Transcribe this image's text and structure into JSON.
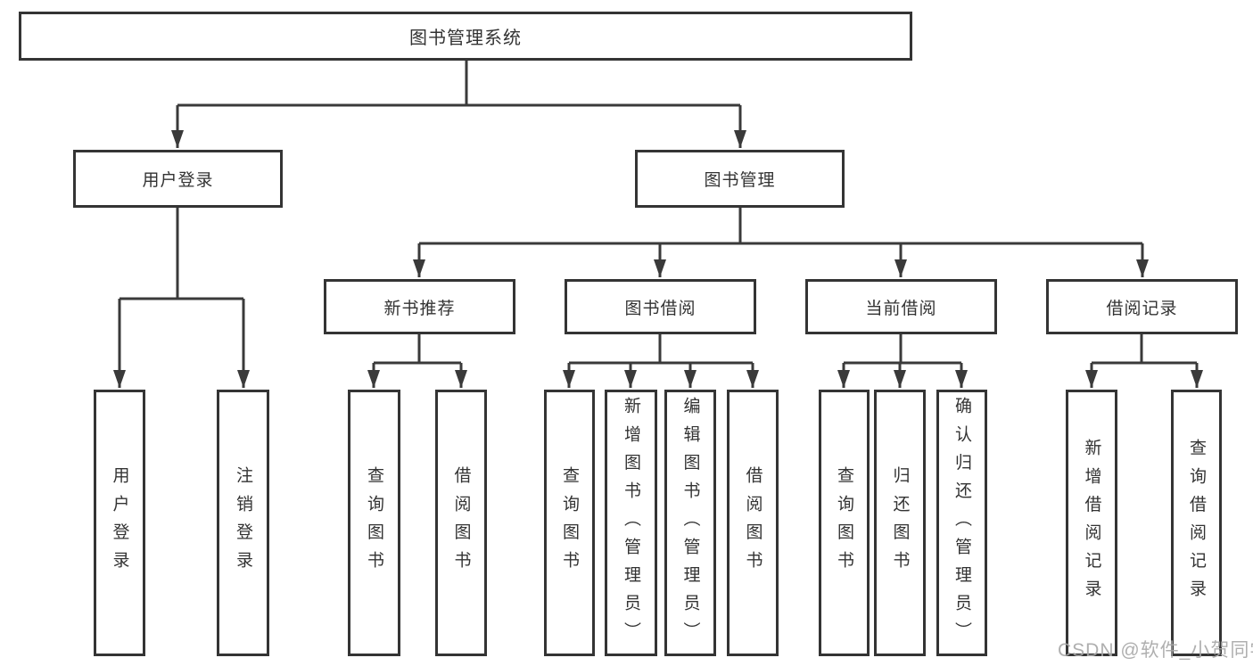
{
  "colors": {
    "line": "#3a3a3a",
    "box_border": "#343434",
    "text": "#333333",
    "watermark": "#a8a8a8",
    "background": "#ffffff"
  },
  "watermark": "CSDN @软件_小贺同学",
  "tree": {
    "label": "图书管理系统",
    "children": [
      {
        "label": "用户登录",
        "children": [
          {
            "label": "用户登录"
          },
          {
            "label": "注销登录"
          }
        ]
      },
      {
        "label": "图书管理",
        "children": [
          {
            "label": "新书推荐",
            "children": [
              {
                "label": "查询图书"
              },
              {
                "label": "借阅图书"
              }
            ]
          },
          {
            "label": "图书借阅",
            "children": [
              {
                "label": "查询图书"
              },
              {
                "label": "新增图书（管理员）"
              },
              {
                "label": "编辑图书（管理员）"
              },
              {
                "label": "借阅图书"
              }
            ]
          },
          {
            "label": "当前借阅",
            "children": [
              {
                "label": "查询图书"
              },
              {
                "label": "归还图书"
              },
              {
                "label": "确认归还（管理员）"
              }
            ]
          },
          {
            "label": "借阅记录",
            "children": [
              {
                "label": "新增借阅记录"
              },
              {
                "label": "查询借阅记录"
              }
            ]
          }
        ]
      }
    ]
  }
}
